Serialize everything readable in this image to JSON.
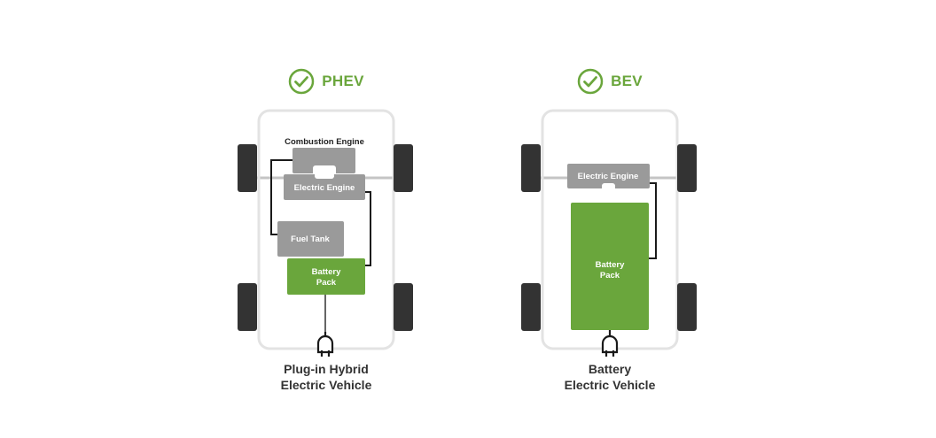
{
  "colors": {
    "accent": "#6aa63c",
    "battery": "#6aa63c",
    "component": "#9a9a9a",
    "wheel": "#333333",
    "body_outline": "#e3e3e3",
    "wire": "#1a1a1a",
    "caption": "#333333"
  },
  "phev": {
    "title": "PHEV",
    "check_icon": "check-circle-icon",
    "labels": {
      "combustion_engine": "Combustion Engine",
      "electric_engine": "Electric Engine",
      "fuel_tank": "Fuel Tank",
      "battery_line1": "Battery",
      "battery_line2": "Pack"
    },
    "plug_icon": "plug-icon",
    "caption_line1": "Plug-in Hybrid",
    "caption_line2": "Electric Vehicle"
  },
  "bev": {
    "title": "BEV",
    "check_icon": "check-circle-icon",
    "labels": {
      "electric_engine": "Electric Engine",
      "battery_line1": "Battery",
      "battery_line2": "Pack"
    },
    "plug_icon": "plug-icon",
    "caption_line1": "Battery",
    "caption_line2": "Electric Vehicle"
  }
}
